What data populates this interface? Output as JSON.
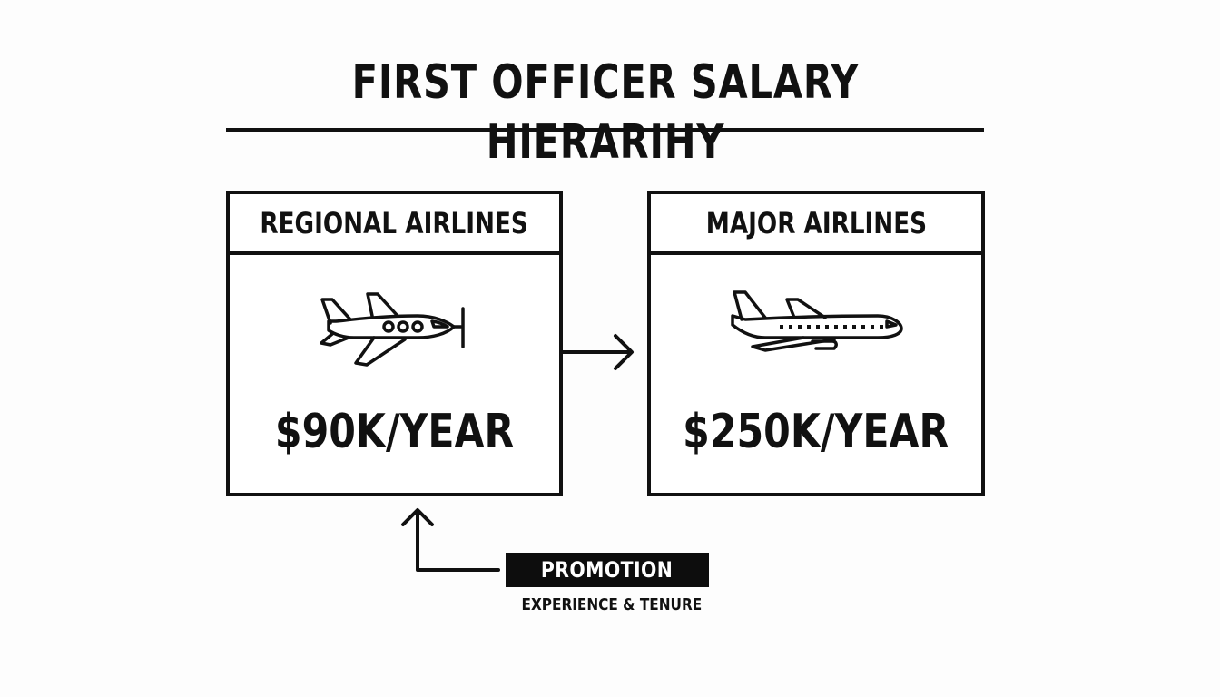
{
  "title": "FIRST OFFICER SALARY HIERARIHY",
  "cards": [
    {
      "header": "REGIONAL AIRLINES",
      "salary": "$90K/YEAR",
      "icon": "propeller-plane-icon"
    },
    {
      "header": "MAJOR AIRLINES",
      "salary": "$250K/YEAR",
      "icon": "jet-airliner-icon"
    }
  ],
  "promotion": {
    "label": "PROMOTION",
    "subtitle": "EXPERIENCE & TENURE"
  },
  "colors": {
    "ink": "#111111",
    "background": "#fdfdfd",
    "badge": "#0d0d0d"
  }
}
